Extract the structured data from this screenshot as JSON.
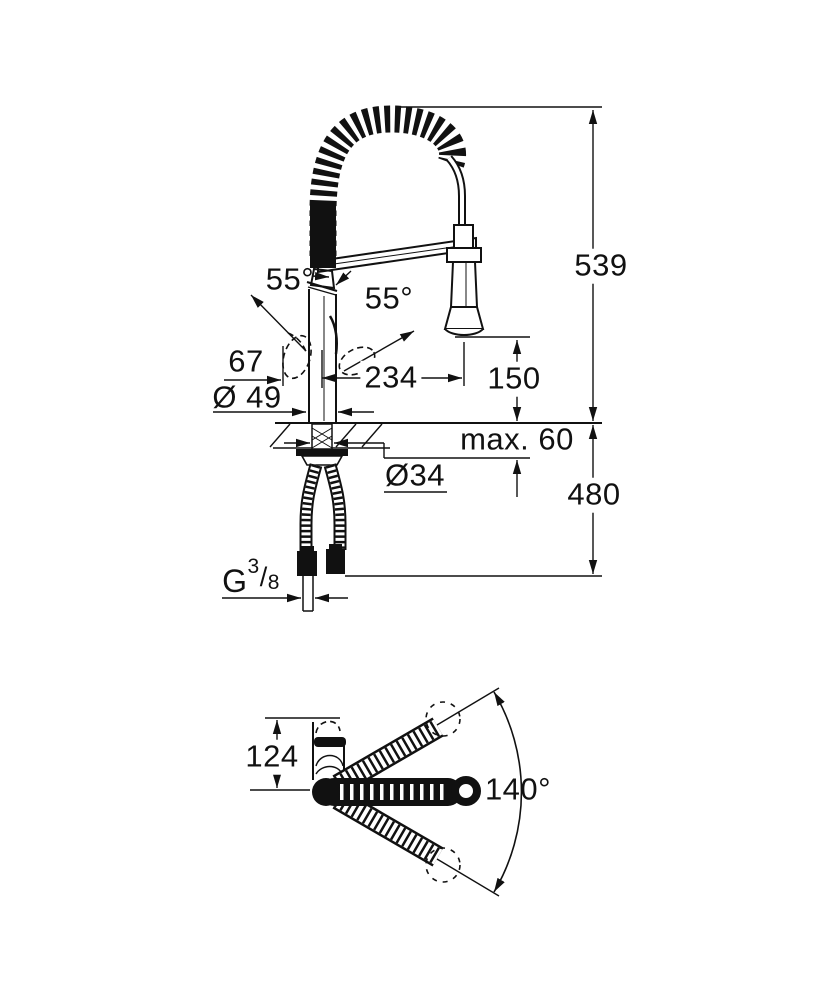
{
  "colors": {
    "ink": "#111111",
    "background": "#ffffff"
  },
  "side_view": {
    "height_above_deck_label": "539",
    "height_below_deck_label": "480",
    "spout_clearance_label": "150",
    "spout_reach_label": "234",
    "handle_offset_label": "67",
    "base_diameter_label": "Ø 49",
    "hole_diameter_label": "Ø34",
    "deck_thickness_label": "max. 60",
    "handle_angle_left_label": "55°",
    "handle_angle_right_label": "55°",
    "thread_label": {
      "g": "G",
      "numerator": "3",
      "slash": "/",
      "denominator": "8"
    }
  },
  "top_view": {
    "body_depth_label": "124",
    "swivel_angle_label": "140°"
  }
}
